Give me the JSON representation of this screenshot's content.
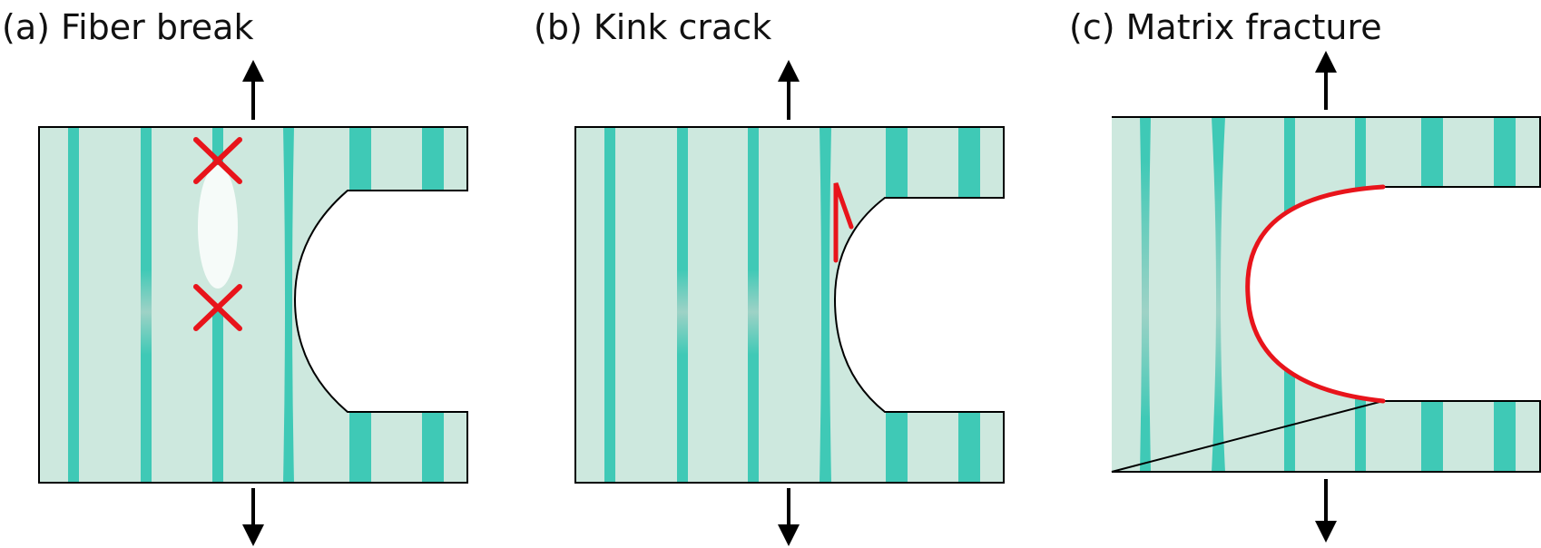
{
  "panels": [
    {
      "label": "(a) Fiber break"
    },
    {
      "label": "(b) Kink crack"
    },
    {
      "label": "(c) Matrix fracture"
    }
  ],
  "colors": {
    "matrix": "#cde8de",
    "fiber": "#3fc9b6",
    "crack": "#e8141b",
    "outline": "#000000",
    "damage_zone": "#f6fbf9"
  },
  "icons": [
    "load-arrow-up-icon",
    "load-arrow-down-icon",
    "fiber-break-x-icon"
  ]
}
